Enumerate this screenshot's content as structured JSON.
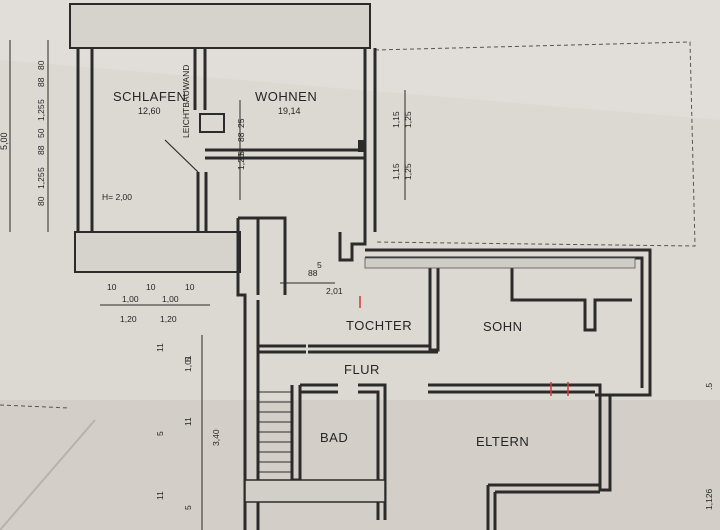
{
  "rooms": {
    "schlafen": {
      "name": "SCHLAFEN",
      "area": "12,60"
    },
    "wohnen": {
      "name": "WOHNEN",
      "area": "19,14"
    },
    "tochter": {
      "name": "TOCHTER"
    },
    "sohn": {
      "name": "SOHN"
    },
    "flur": {
      "name": "FLUR"
    },
    "bad": {
      "name": "BAD"
    },
    "eltern": {
      "name": "ELTERN"
    }
  },
  "labels": {
    "wall_note": "LEICHTBAUWAND",
    "height_note": "H= 2,00"
  },
  "dimensions": {
    "left_total": "5,00",
    "left_chain": [
      "80",
      "88",
      "5",
      "1,25",
      "50",
      "88",
      "5",
      "1,25",
      "80"
    ],
    "mid_chain": [
      "25",
      "88",
      "5",
      "1,20"
    ],
    "right_chain": [
      "1,15",
      "1,25",
      "1,15",
      "1,25"
    ],
    "bottom_top": [
      "10",
      "10",
      "10"
    ],
    "bottom_bottom": [
      "1,00",
      "1,00",
      "1,20",
      "1,20"
    ],
    "stair_dims": [
      "88",
      "5",
      "2,01"
    ],
    "vertical_lower": [
      "11",
      "5",
      "1,01",
      "11",
      "5",
      "3,40",
      "11",
      "5"
    ],
    "right_edge": [
      "1,126",
      ".5"
    ]
  }
}
